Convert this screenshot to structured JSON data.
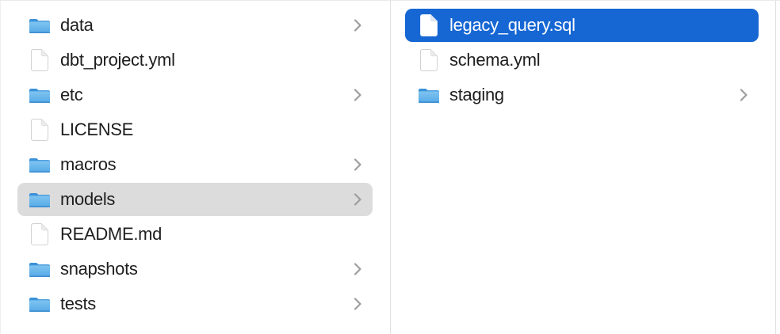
{
  "browser": {
    "view": "finder-column-view",
    "columns": [
      {
        "id": "parent-folder",
        "items": [
          {
            "label": "data",
            "type": "folder",
            "selected": false,
            "chevron": true
          },
          {
            "label": "dbt_project.yml",
            "type": "file",
            "selected": false,
            "chevron": false
          },
          {
            "label": "etc",
            "type": "folder",
            "selected": false,
            "chevron": true
          },
          {
            "label": "LICENSE",
            "type": "file",
            "selected": false,
            "chevron": false
          },
          {
            "label": "macros",
            "type": "folder",
            "selected": false,
            "chevron": true
          },
          {
            "label": "models",
            "type": "folder",
            "selected": true,
            "selection_style": "inactive",
            "chevron": true
          },
          {
            "label": "README.md",
            "type": "file",
            "selected": false,
            "chevron": false
          },
          {
            "label": "snapshots",
            "type": "folder",
            "selected": false,
            "chevron": true
          },
          {
            "label": "tests",
            "type": "folder",
            "selected": false,
            "chevron": true
          }
        ]
      },
      {
        "id": "models-contents",
        "items": [
          {
            "label": "legacy_query.sql",
            "type": "file",
            "selected": true,
            "selection_style": "active",
            "chevron": false
          },
          {
            "label": "schema.yml",
            "type": "file",
            "selected": false,
            "chevron": false
          },
          {
            "label": "staging",
            "type": "folder",
            "selected": false,
            "chevron": true
          }
        ]
      }
    ]
  },
  "icons": {
    "folder": "folder-icon",
    "file": "document-icon",
    "chevron": "chevron-right-icon"
  },
  "colors": {
    "selection_active": "#1667d4",
    "selection_inactive": "#dcdcdc",
    "text": "#1e1e1e",
    "text_selected": "#ffffff",
    "divider": "#e1e1e1",
    "chevron": "#9e9e9e",
    "folder_back": "#3b92da",
    "folder_front_top": "#7fc4f0",
    "folder_front_bottom": "#55a9e7"
  }
}
